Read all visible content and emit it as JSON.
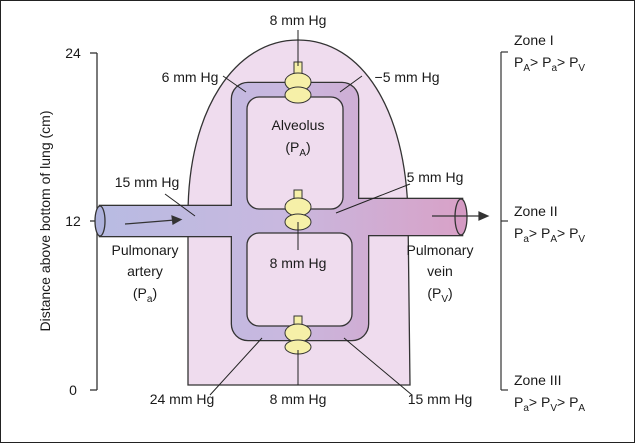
{
  "axis": {
    "label": "Distance above bottom of lung (cm)",
    "ticks": [
      "24",
      "12",
      "0"
    ]
  },
  "labels": {
    "top_capillary": "8 mm Hg",
    "upper_left": "6 mm Hg",
    "upper_right": "−5 mm Hg",
    "artery_pressure": "15 mm Hg",
    "vein_pressure": "5 mm Hg",
    "middle_capillary": "8 mm Hg",
    "bottom_left": "24 mm Hg",
    "bottom_center": "8 mm Hg",
    "bottom_right": "15 mm Hg"
  },
  "alveolus": {
    "name": "Alveolus",
    "symbol": "P",
    "sub": "A"
  },
  "artery": {
    "line1": "Pulmonary",
    "line2": "artery",
    "symbol": "P",
    "sub": "a"
  },
  "vein": {
    "line1": "Pulmonary",
    "line2": "vein",
    "symbol": "P",
    "sub": "V"
  },
  "zones": [
    {
      "name": "Zone I",
      "order": [
        [
          "P",
          "A"
        ],
        [
          "P",
          "a"
        ],
        [
          "P",
          "V"
        ]
      ]
    },
    {
      "name": "Zone II",
      "order": [
        [
          "P",
          "a"
        ],
        [
          "P",
          "A"
        ],
        [
          "P",
          "V"
        ]
      ]
    },
    {
      "name": "Zone III",
      "order": [
        [
          "P",
          "a"
        ],
        [
          "P",
          "V"
        ],
        [
          "P",
          "A"
        ]
      ]
    }
  ],
  "colors": {
    "lung": "#efdcee",
    "artery": "#b7b9e0",
    "vein": "#d9a6cc",
    "valve": "#f6f0a8"
  }
}
